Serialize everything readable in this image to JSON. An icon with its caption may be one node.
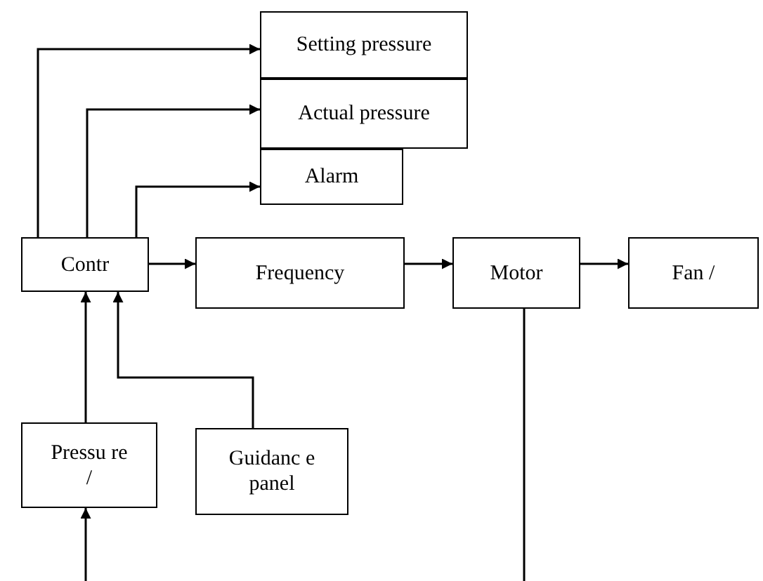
{
  "diagram": {
    "nodes": [
      {
        "text": [
          "Setting pressure"
        ]
      },
      {
        "text": [
          "Actual pressure"
        ]
      },
      {
        "text": [
          "Alarm"
        ]
      },
      {
        "text": [
          "Contr"
        ]
      },
      {
        "text": [
          "Frequency"
        ]
      },
      {
        "text": [
          "Motor"
        ]
      },
      {
        "text": [
          "Fan /"
        ]
      },
      {
        "text": [
          "Pressu re /"
        ]
      },
      {
        "text": [
          "Guidanc e panel"
        ]
      }
    ],
    "edges": [
      {
        "from": 3,
        "to": 0,
        "arrow": "to"
      },
      {
        "from": 3,
        "to": 1,
        "arrow": "to"
      },
      {
        "from": 3,
        "to": 2,
        "arrow": "to"
      },
      {
        "from": 3,
        "to": 4,
        "arrow": "to"
      },
      {
        "from": 4,
        "to": 5,
        "arrow": "to"
      },
      {
        "from": 5,
        "to": 6,
        "arrow": "to"
      },
      {
        "from": 7,
        "to": 3,
        "arrow": "to"
      },
      {
        "from": 8,
        "to": 3,
        "arrow": "to"
      },
      {
        "from": null,
        "to": 7,
        "arrow": "to"
      },
      {
        "from": 5,
        "to": null,
        "arrow": "none"
      }
    ]
  }
}
